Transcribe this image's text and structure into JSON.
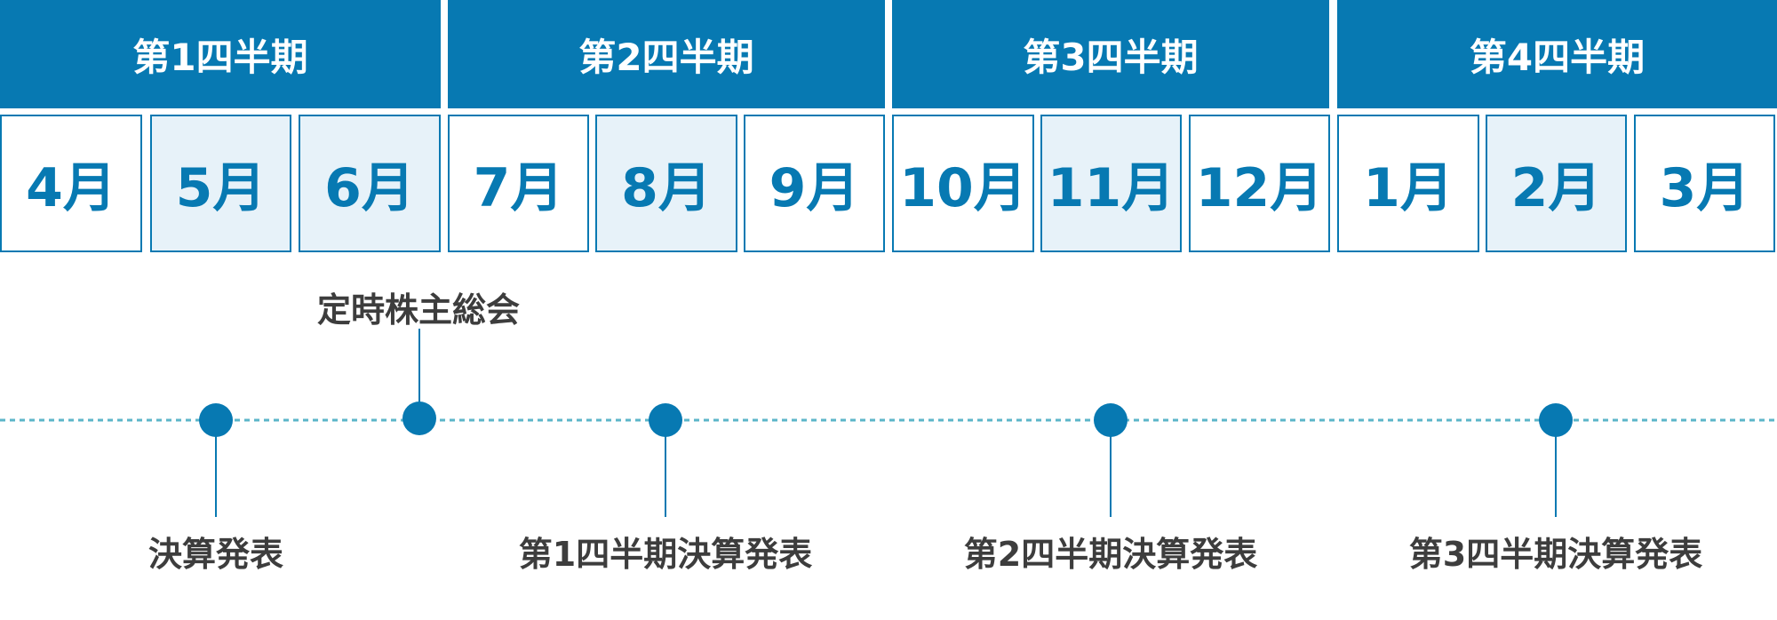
{
  "quarters": [
    {
      "label": "第1四半期"
    },
    {
      "label": "第2四半期"
    },
    {
      "label": "第3四半期"
    },
    {
      "label": "第4四半期"
    }
  ],
  "months": [
    {
      "label": "4月",
      "shaded": false
    },
    {
      "label": "5月",
      "shaded": true
    },
    {
      "label": "6月",
      "shaded": true
    },
    {
      "label": "7月",
      "shaded": false
    },
    {
      "label": "8月",
      "shaded": true
    },
    {
      "label": "9月",
      "shaded": false
    },
    {
      "label": "10月",
      "shaded": false
    },
    {
      "label": "11月",
      "shaded": true
    },
    {
      "label": "12月",
      "shaded": false
    },
    {
      "label": "1月",
      "shaded": false
    },
    {
      "label": "2月",
      "shaded": true
    },
    {
      "label": "3月",
      "shaded": false
    }
  ],
  "events": [
    {
      "label": "決算発表",
      "placement": "below"
    },
    {
      "label": "定時株主総会",
      "placement": "above"
    },
    {
      "label": "第1四半期決算発表",
      "placement": "below"
    },
    {
      "label": "第2四半期決算発表",
      "placement": "below"
    },
    {
      "label": "第3四半期決算発表",
      "placement": "below"
    }
  ],
  "colors": {
    "header_blue": "#0779b2",
    "month_shade": "#e7f2f9",
    "timeline_dots": "#0779b2",
    "timeline_line": "#5cb6c9",
    "label_text": "#3d3d3d"
  }
}
